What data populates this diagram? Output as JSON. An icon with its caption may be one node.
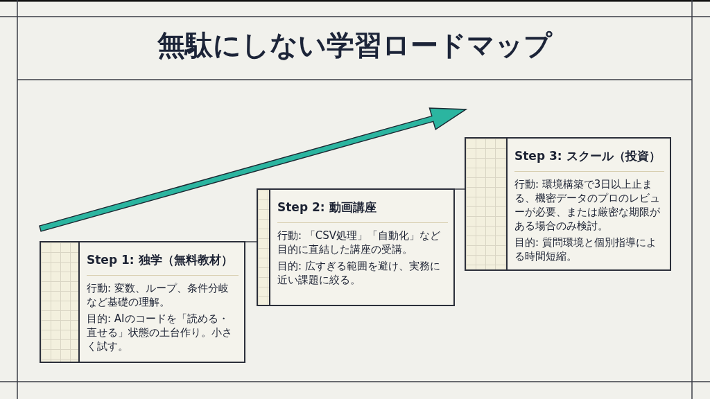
{
  "diagram": {
    "title": "無駄にしない学習ロードマップ",
    "nodes": [
      {
        "text": [
          "Step 1: 独学（無料教材）",
          "行動: 変数、ループ、条件分岐など基礎の理解。",
          "目的: AIのコードを「読める・直せる」状態の土台作り。小さく試す。"
        ]
      },
      {
        "text": [
          "Step 2: 動画講座",
          "行動: 「CSV処理」「自動化」など目的に直結した講座の受講。",
          "目的: 広すぎる範囲を避け、実務に近い課題に絞る。"
        ]
      },
      {
        "text": [
          "Step 3: スクール（投資）",
          "行動: 環境構築で3日以上止まる、機密データのプロのレビューが必要、または厳密な期限がある場合のみ検討。",
          "目的: 質問環境と個別指導による時間短縮。"
        ]
      }
    ],
    "edges": [
      {
        "from": 0,
        "to": 1,
        "arrow": "none"
      },
      {
        "from": 1,
        "to": 2,
        "arrow": "none"
      }
    ]
  }
}
